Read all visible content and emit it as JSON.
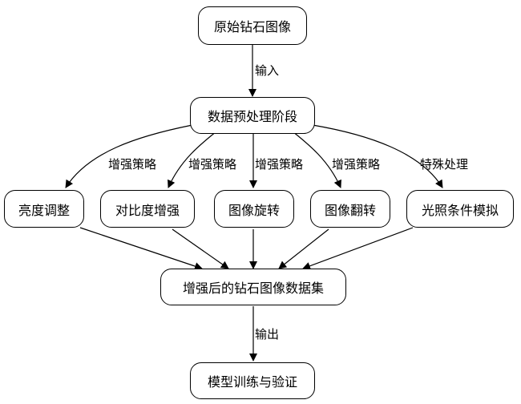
{
  "nodes": {
    "raw_image": "原始钻石图像",
    "preprocess": "数据预处理阶段",
    "brightness": "亮度调整",
    "contrast": "对比度增强",
    "rotation": "图像旋转",
    "flip": "图像翻转",
    "lighting": "光照条件模拟",
    "augmented_dataset": "增强后的钻石图像数据集",
    "training": "模型训练与验证"
  },
  "edges": {
    "input": "输入",
    "aug_brightness": "增强策略",
    "aug_contrast": "增强策略",
    "aug_rotation": "增强策略",
    "aug_flip": "增强策略",
    "special": "特殊处理",
    "output": "输出"
  }
}
